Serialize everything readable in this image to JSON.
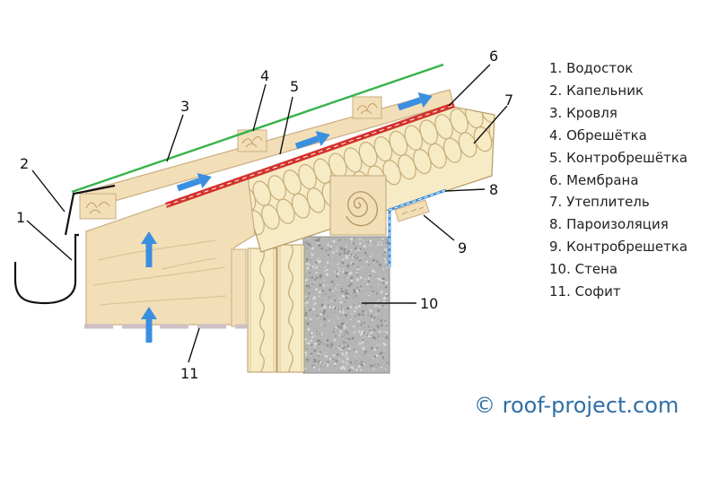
{
  "callout_numbers": [
    "1",
    "2",
    "3",
    "4",
    "5",
    "6",
    "7",
    "8",
    "9",
    "10",
    "11"
  ],
  "legend": [
    "1. Водосток",
    "2. Капельник",
    "3. Кровля",
    "4. Обрешётка",
    "5. Контробрешётка",
    "6. Мембрана",
    "7. Утеплитель",
    "8. Пароизоляция",
    "9. Контробрешетка",
    "10. Стена",
    "11. Софит"
  ],
  "copyright": "© roof-project.com",
  "colors": {
    "wood": "#f2dfb7",
    "wood_outline": "#c9ae82",
    "roofing": "#35b34a",
    "membrane": "#d4322c",
    "vapor_barrier": "#3d8fd8",
    "airflow_arrow": "#3b8fe0",
    "insulation": "#f7ebc6",
    "wall": "#b5b5b5",
    "soffit": "#cfc0c6",
    "copyright_text": "#2f6fa6"
  },
  "icons": [
    "airflow-arrow-icon"
  ]
}
